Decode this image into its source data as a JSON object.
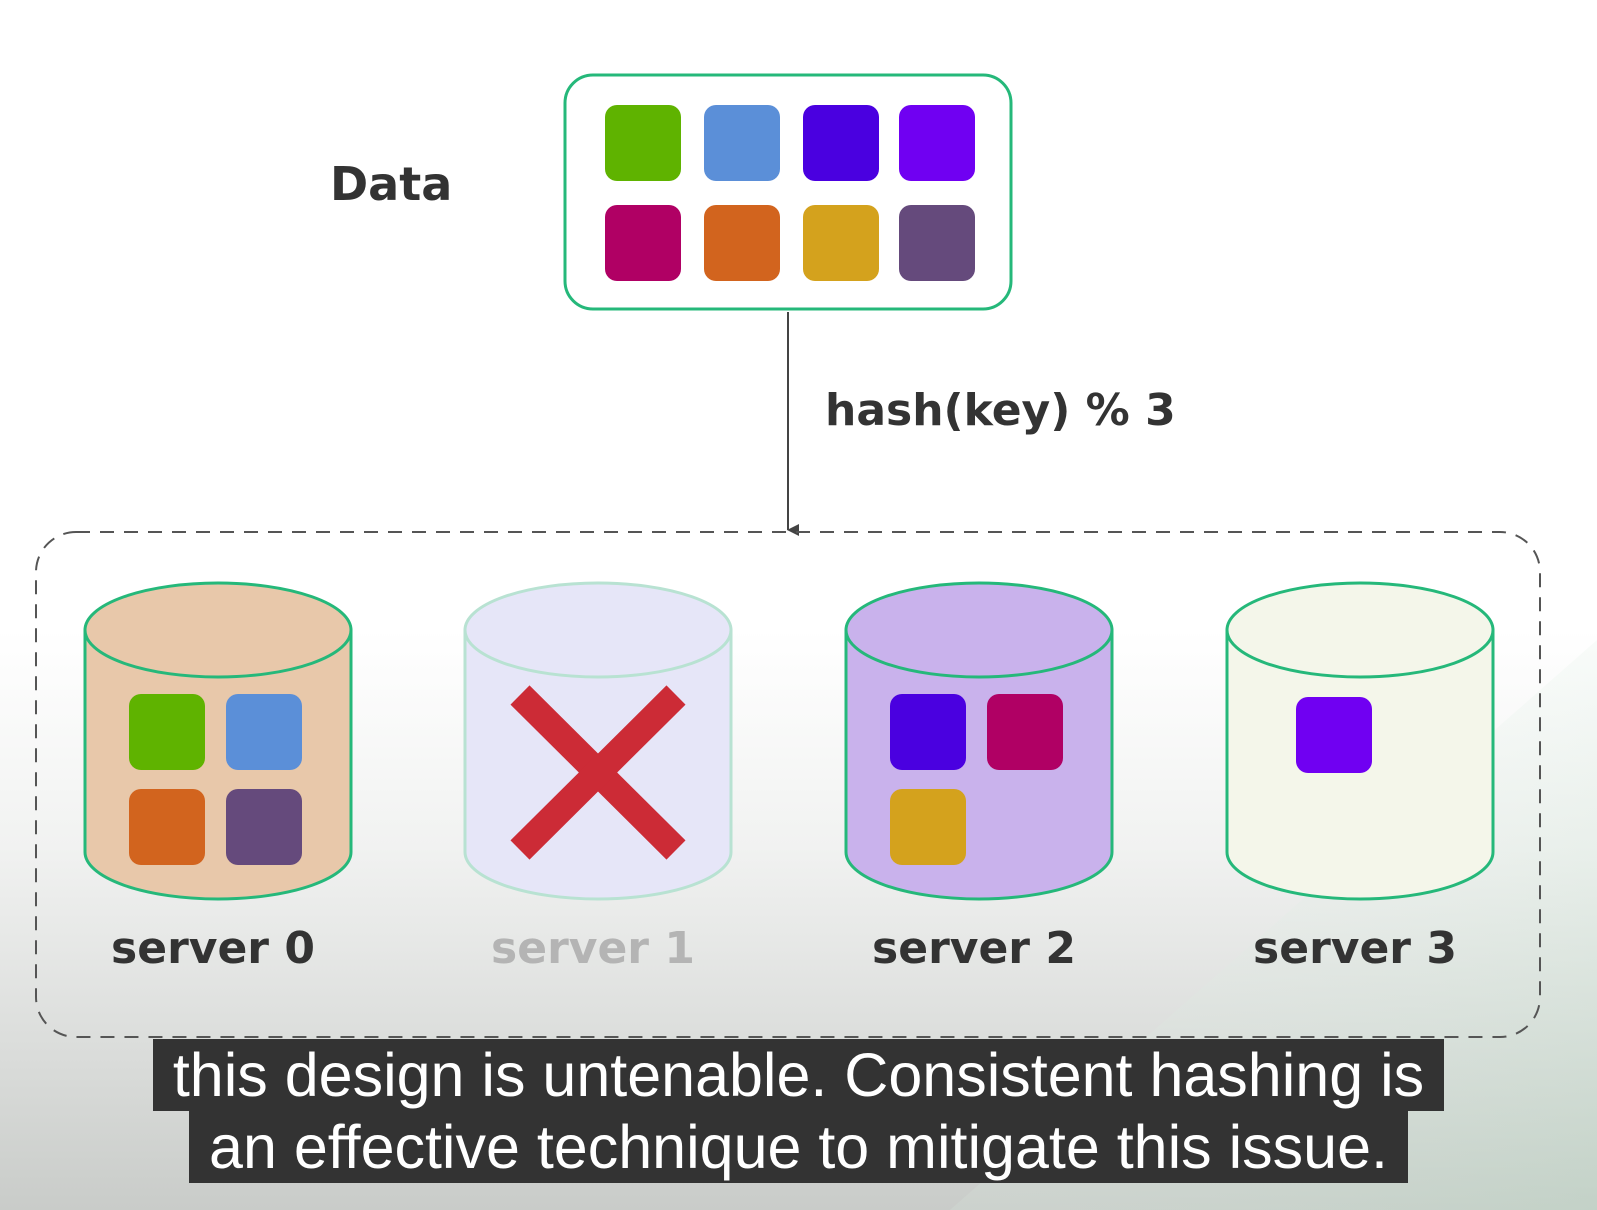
{
  "diagram": {
    "data_label": "Data",
    "hash_label": "hash(key) % 3",
    "colors": {
      "green": "#5fb300",
      "blue": "#5b8fd8",
      "indigo": "#4a00e0",
      "violet": "#7000f2",
      "magenta": "#b00064",
      "orange": "#d2641e",
      "gold": "#d4a21d",
      "plum": "#654a7c",
      "box_border": "#25b87a",
      "failed_x": "#cc2b36"
    },
    "data_blocks": [
      "green",
      "blue",
      "indigo",
      "violet",
      "magenta",
      "orange",
      "gold",
      "plum"
    ],
    "servers": [
      {
        "label": "server 0",
        "status": "active",
        "fill": "#e8c8aa",
        "blocks": [
          "green",
          "blue",
          "orange",
          "plum"
        ]
      },
      {
        "label": "server 1",
        "status": "failed",
        "fill": "#e6e6f8",
        "blocks": []
      },
      {
        "label": "server 2",
        "status": "active",
        "fill": "#c9b2ec",
        "blocks": [
          "indigo",
          "magenta",
          "gold"
        ]
      },
      {
        "label": "server 3",
        "status": "active",
        "fill": "#f4f6ea",
        "blocks": [
          "violet"
        ]
      }
    ]
  },
  "caption": {
    "line1": "this design is untenable. Consistent hashing is",
    "line2": "an effective technique to mitigate this issue."
  }
}
